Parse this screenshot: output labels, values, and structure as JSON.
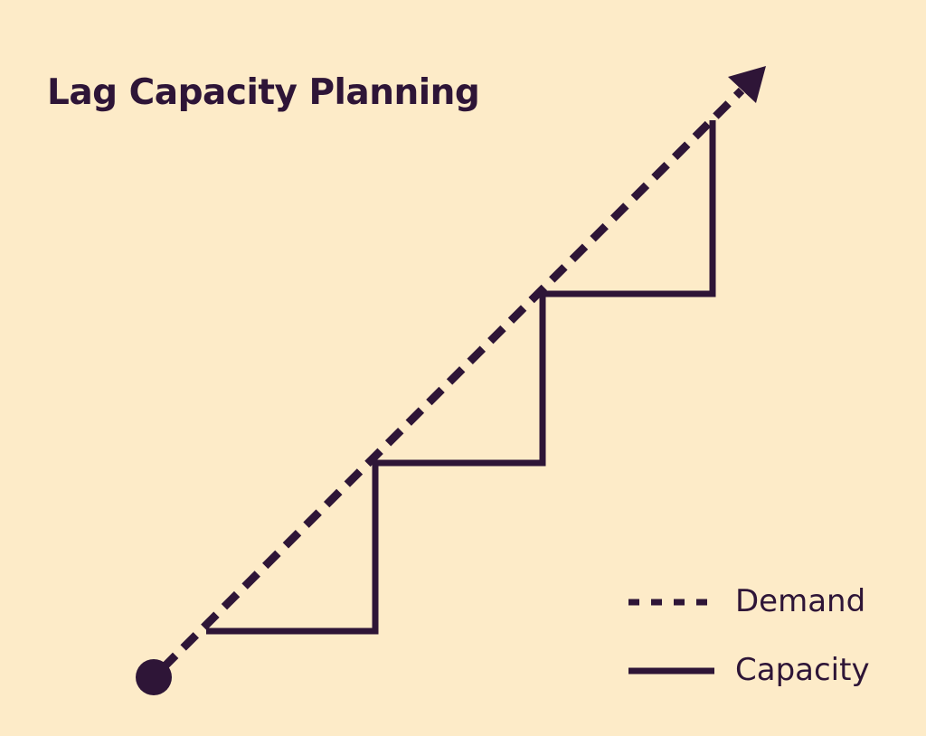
{
  "title": "Lag Capacity Planning",
  "legend": {
    "demand": "Demand",
    "capacity": "Capacity"
  },
  "colors": {
    "background": "#FDEBC8",
    "ink": "#2E1537"
  }
}
